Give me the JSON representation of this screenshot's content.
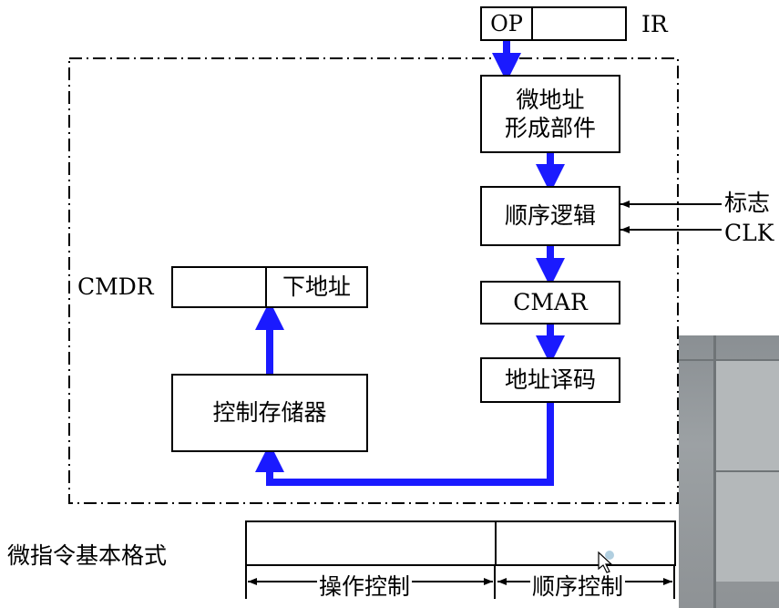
{
  "ir": {
    "op_label": "OP",
    "register_label": "IR"
  },
  "blocks": {
    "micro_addr_gen": "微地址\n形成部件",
    "sequence_logic": "顺序逻辑",
    "cmar": "CMAR",
    "addr_decode": "地址译码",
    "control_store": "控制存储器",
    "next_addr": "下地址"
  },
  "labels": {
    "cmdr": "CMDR",
    "flag": "标志",
    "clk": "CLK",
    "format_title": "微指令基本格式",
    "op_control": "操作控制",
    "seq_control": "顺序控制"
  },
  "colors": {
    "arrow": "#1a1aff",
    "line": "#000000"
  }
}
